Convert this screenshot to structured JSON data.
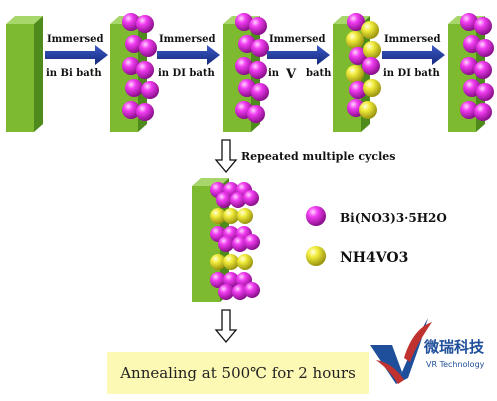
{
  "steps": [
    {
      "line1": "Immersed",
      "line2": "in Bi bath"
    },
    {
      "line1": "Immersed",
      "line2": "in DI bath"
    },
    {
      "line1": "Immersed",
      "line2_a": "in",
      "line2_b": "V",
      "line2_c": "bath"
    },
    {
      "line1": "Immersed",
      "line2": "in DI bath"
    }
  ],
  "repeat_label": "Repeated multiple cycles",
  "legend": {
    "bi_label": "Bi(NO3)3·5H2O",
    "v_label": "NH4VO3"
  },
  "annealing_label": "Annealing at 500℃ for 2 hours",
  "logo": {
    "text_cn": "微瑞科技",
    "text_en": "VR Technology"
  },
  "colors": {
    "substrate_front": "#7dba2f",
    "substrate_side": "#4f8a1c",
    "bi_sphere": "#d81fd8",
    "v_sphere": "#e9e32a",
    "arrow": "#1f3a93",
    "annealing_bg": "#fcf9b4",
    "logo_blue": "#1f4f9a",
    "logo_red": "#c0322f"
  },
  "icons": [
    "right-arrow-icon",
    "down-arrow-icon",
    "vr-logo-icon"
  ]
}
